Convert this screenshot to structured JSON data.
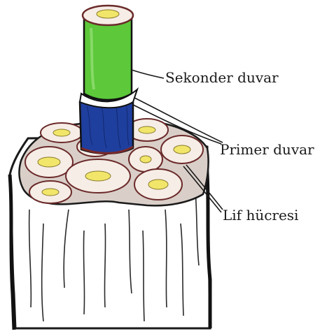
{
  "labels": {
    "secondary_wall": "Sekonder duvar",
    "primary_wall": "Primer duvar",
    "fiber_cell": "Lif hücresi"
  },
  "colors": {
    "secondary_wall": "#5cc83a",
    "primary_wall": "#1f3f9e",
    "cell_fill": "#f6ede6",
    "nucleus": "#f1e66a",
    "outline": "#1a1a1a",
    "rim": "#7a2a2a"
  }
}
